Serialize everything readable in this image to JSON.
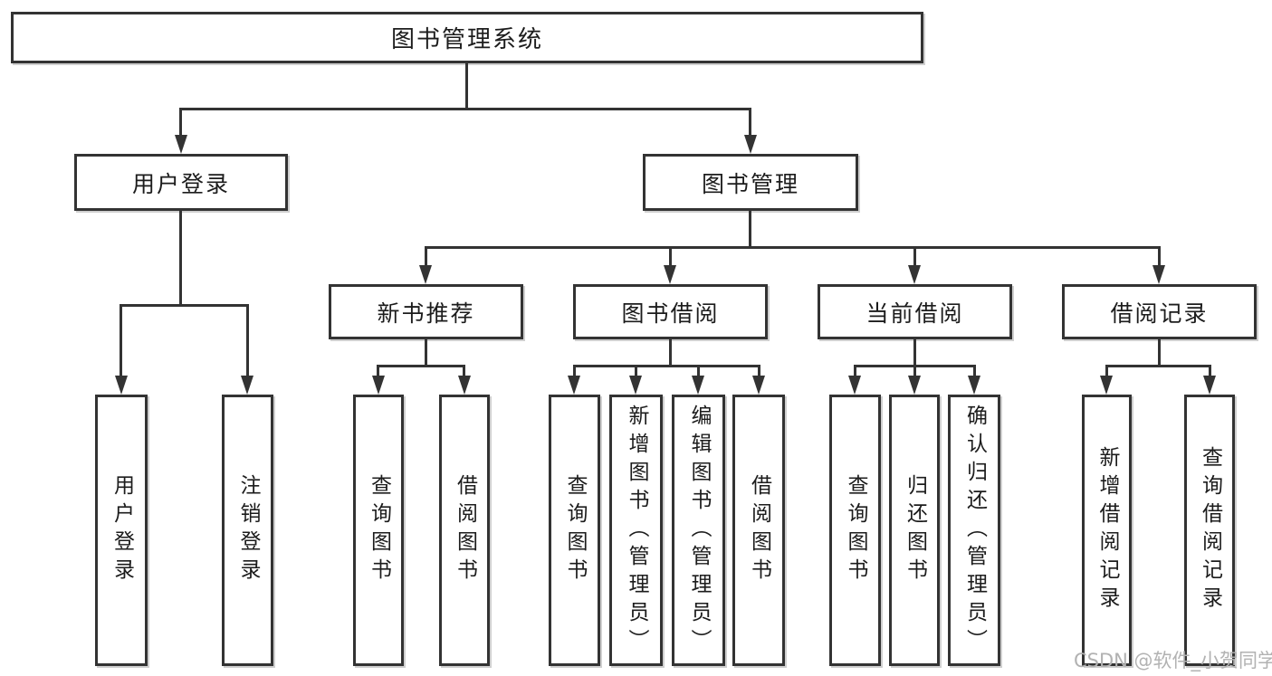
{
  "tree": {
    "root_label": "图书管理系统",
    "branches": [
      {
        "label": "用户登录",
        "children": [
          {
            "label": "用户登录"
          },
          {
            "label": "注销登录"
          }
        ]
      },
      {
        "label": "图书管理",
        "children": [
          {
            "label": "新书推荐",
            "children": [
              {
                "label": "查询图书"
              },
              {
                "label": "借阅图书"
              }
            ]
          },
          {
            "label": "图书借阅",
            "children": [
              {
                "label": "查询图书"
              },
              {
                "label": "新增图书（管理员）"
              },
              {
                "label": "编辑图书（管理员）"
              },
              {
                "label": "借阅图书"
              }
            ]
          },
          {
            "label": "当前借阅",
            "children": [
              {
                "label": "查询图书"
              },
              {
                "label": "归还图书"
              },
              {
                "label": "确认归还（管理员）"
              }
            ]
          },
          {
            "label": "借阅记录",
            "children": [
              {
                "label": "新增借阅记录"
              },
              {
                "label": "查询借阅记录"
              }
            ]
          }
        ]
      }
    ]
  },
  "watermark": {
    "text": "CSDN @软件_小贺同学"
  },
  "colors": {
    "line": "#333333",
    "text": "#1c1c1c",
    "background": "#ffffff",
    "watermark": "#b2b2b2"
  }
}
